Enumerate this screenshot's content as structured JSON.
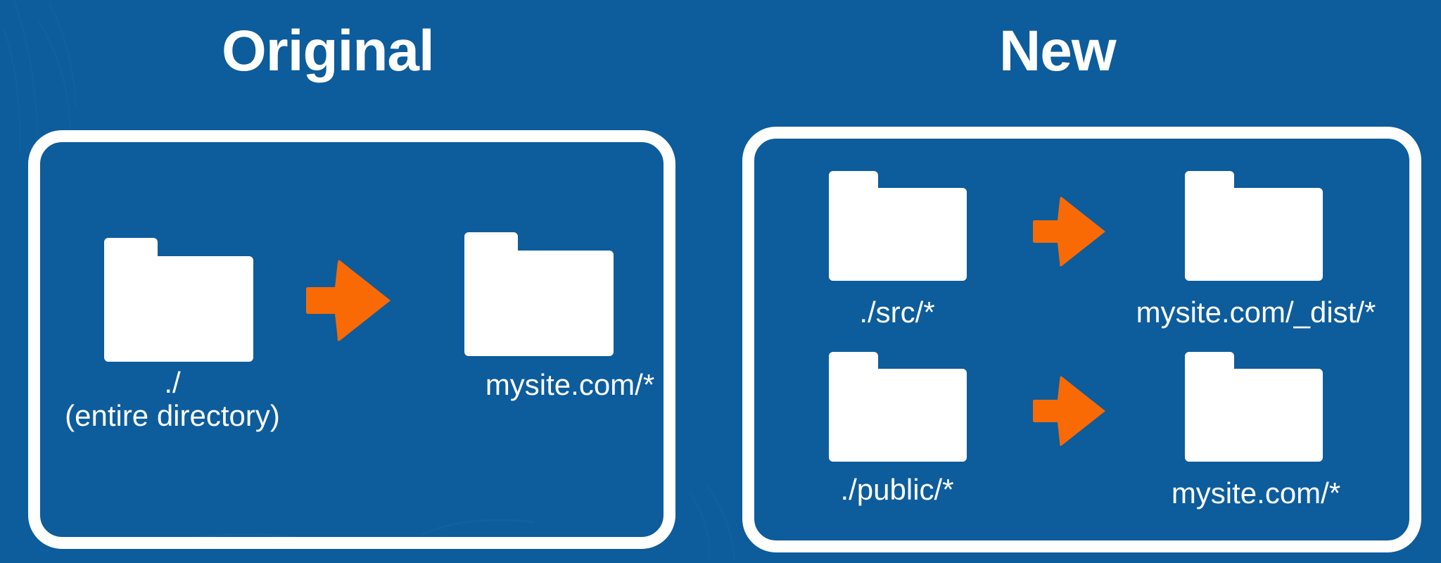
{
  "theme": {
    "background_color": "#0d5c9c",
    "foreground_color": "#ffffff",
    "accent_color": "#f96a05"
  },
  "panels": [
    {
      "id": "original",
      "title": "Original",
      "mappings": [
        {
          "source_icon": "folder-icon",
          "source_label": "./\n(entire directory)",
          "arrow_icon": "arrow-right-icon",
          "dest_icon": "folder-icon",
          "dest_label": "mysite.com/*"
        }
      ]
    },
    {
      "id": "new",
      "title": "New",
      "mappings": [
        {
          "source_icon": "folder-icon",
          "source_label": "./src/*",
          "arrow_icon": "arrow-right-icon",
          "dest_icon": "folder-icon",
          "dest_label": "mysite.com/_dist/*"
        },
        {
          "source_icon": "folder-icon",
          "source_label": "./public/*",
          "arrow_icon": "arrow-right-icon",
          "dest_icon": "folder-icon",
          "dest_label": "mysite.com/*"
        }
      ]
    }
  ]
}
